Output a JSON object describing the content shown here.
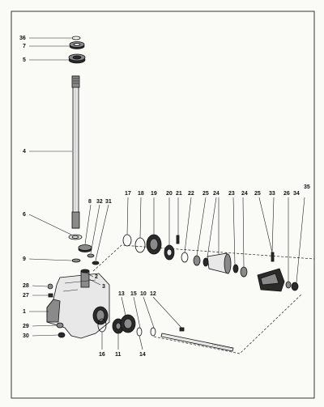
{
  "diagram": {
    "labels": {
      "l36": "36",
      "l7": "7",
      "l5": "5",
      "l4": "4",
      "l6": "6",
      "l8": "8",
      "l32": "32",
      "l31": "31",
      "l9": "9",
      "l2": "2",
      "l3": "3",
      "l28": "28",
      "l27": "27",
      "l1": "1",
      "l29": "29",
      "l30": "30",
      "l17": "17",
      "l18": "18",
      "l19": "19",
      "l20": "20",
      "l21": "21",
      "l22": "22",
      "l25a": "25",
      "l23": "23",
      "l24a": "24",
      "l24b": "24",
      "l25b": "25",
      "l33": "33",
      "l26": "26",
      "l34": "34",
      "l35": "35",
      "l13": "13",
      "l15": "15",
      "l10": "10",
      "l12": "12",
      "l16": "16",
      "l11": "11",
      "l14": "14"
    }
  }
}
